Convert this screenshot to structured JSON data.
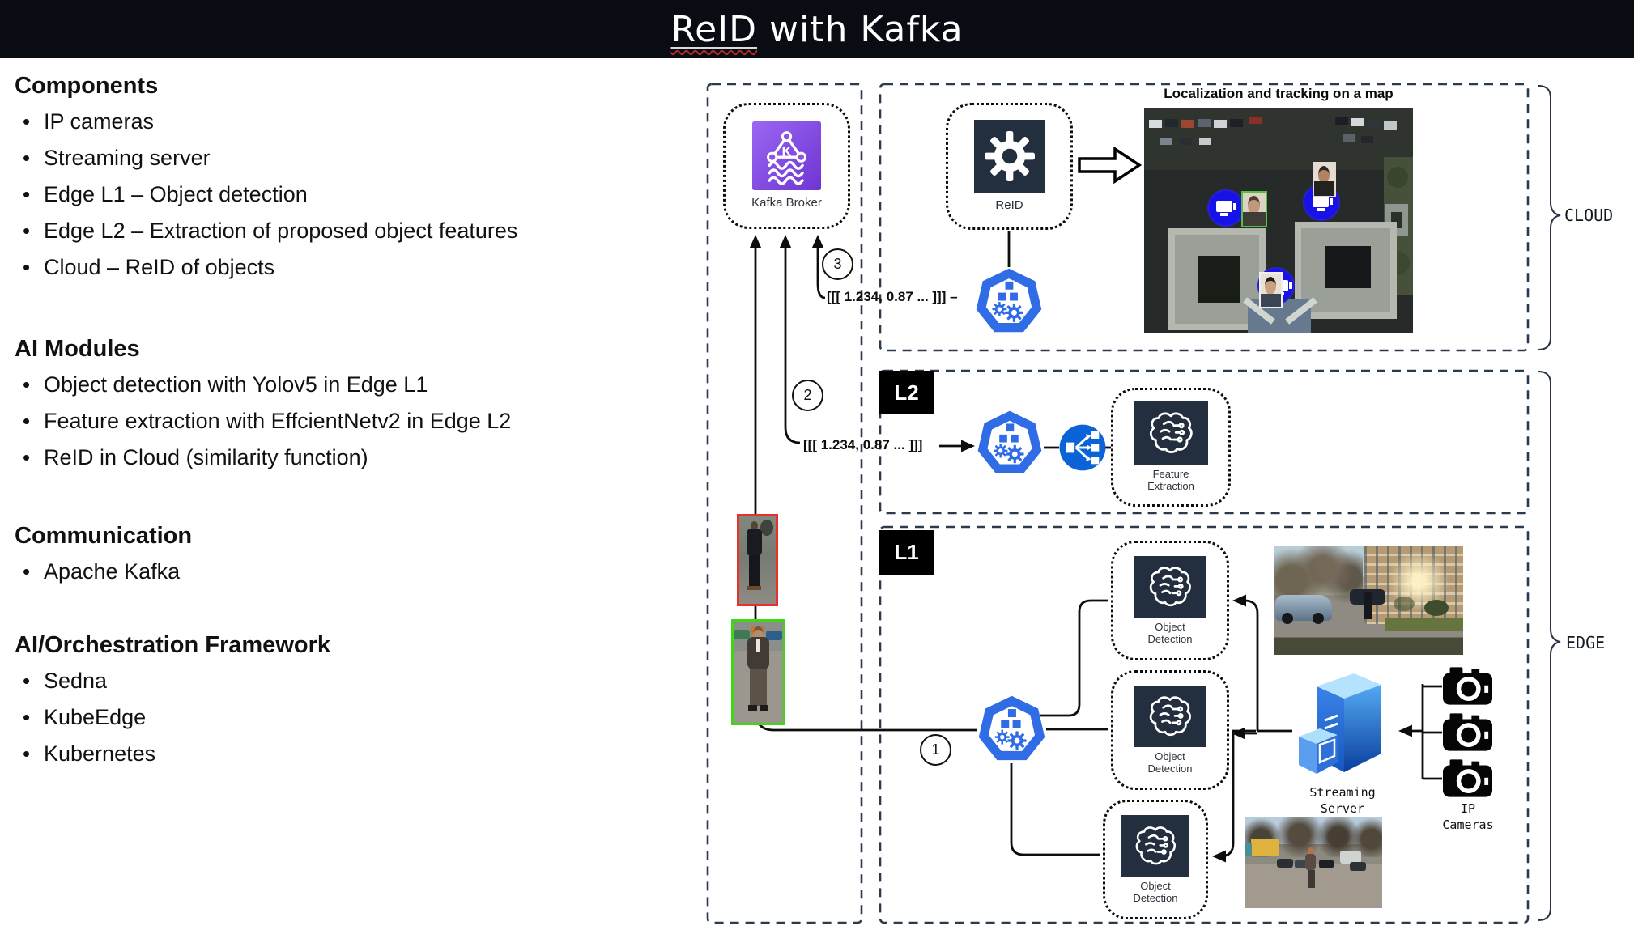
{
  "title": {
    "highlight": "ReID",
    "rest": " with Kafka"
  },
  "left_panel": {
    "sections": [
      {
        "heading": "Components",
        "bullets": [
          "IP cameras",
          "Streaming server",
          "Edge L1 – Object detection",
          "Edge L2 – Extraction of proposed object features",
          "Cloud – ReID of objects"
        ]
      },
      {
        "heading": "AI Modules",
        "bullets": [
          "Object detection with Yolov5 in Edge L1",
          "Feature extraction with EffcientNetv2 in Edge L2",
          "ReID in Cloud (similarity function)"
        ]
      },
      {
        "heading": "Communication",
        "bullets": [
          "Apache Kafka"
        ]
      },
      {
        "heading": "AI/Orchestration Framework",
        "bullets": [
          "Sedna",
          "KubeEdge",
          "Kubernetes"
        ]
      }
    ]
  },
  "diagram": {
    "zones": {
      "cloud": "CLOUD",
      "edge": "EDGE",
      "l1": "L1",
      "l2": "L2"
    },
    "nodes": {
      "kafka_broker": "Kafka Broker",
      "reid": "ReID",
      "feature_extraction": "Feature Extraction",
      "object_detection": "Object Detection",
      "streaming_server": "Streaming Server",
      "ip_cameras": "IP Cameras"
    },
    "map_title": "Localization and tracking on a map",
    "steps": [
      "1",
      "2",
      "3"
    ],
    "feature_vector_l2": "[[[ 1.234, 0.87 ...  ]]]",
    "feature_vector_cloud": "[[[ 1.234, 0.87 ...  ]]] –"
  },
  "colors": {
    "title_bar": "#0a0c14",
    "kafka_purple": "#7c3fe0",
    "kubernetes_blue": "#2f6ce5",
    "aws_navy": "#232f3e",
    "load_balancer_blue": "#0b63d8",
    "detection_box_red": "#e8312a",
    "detection_box_green": "#3fd615"
  }
}
